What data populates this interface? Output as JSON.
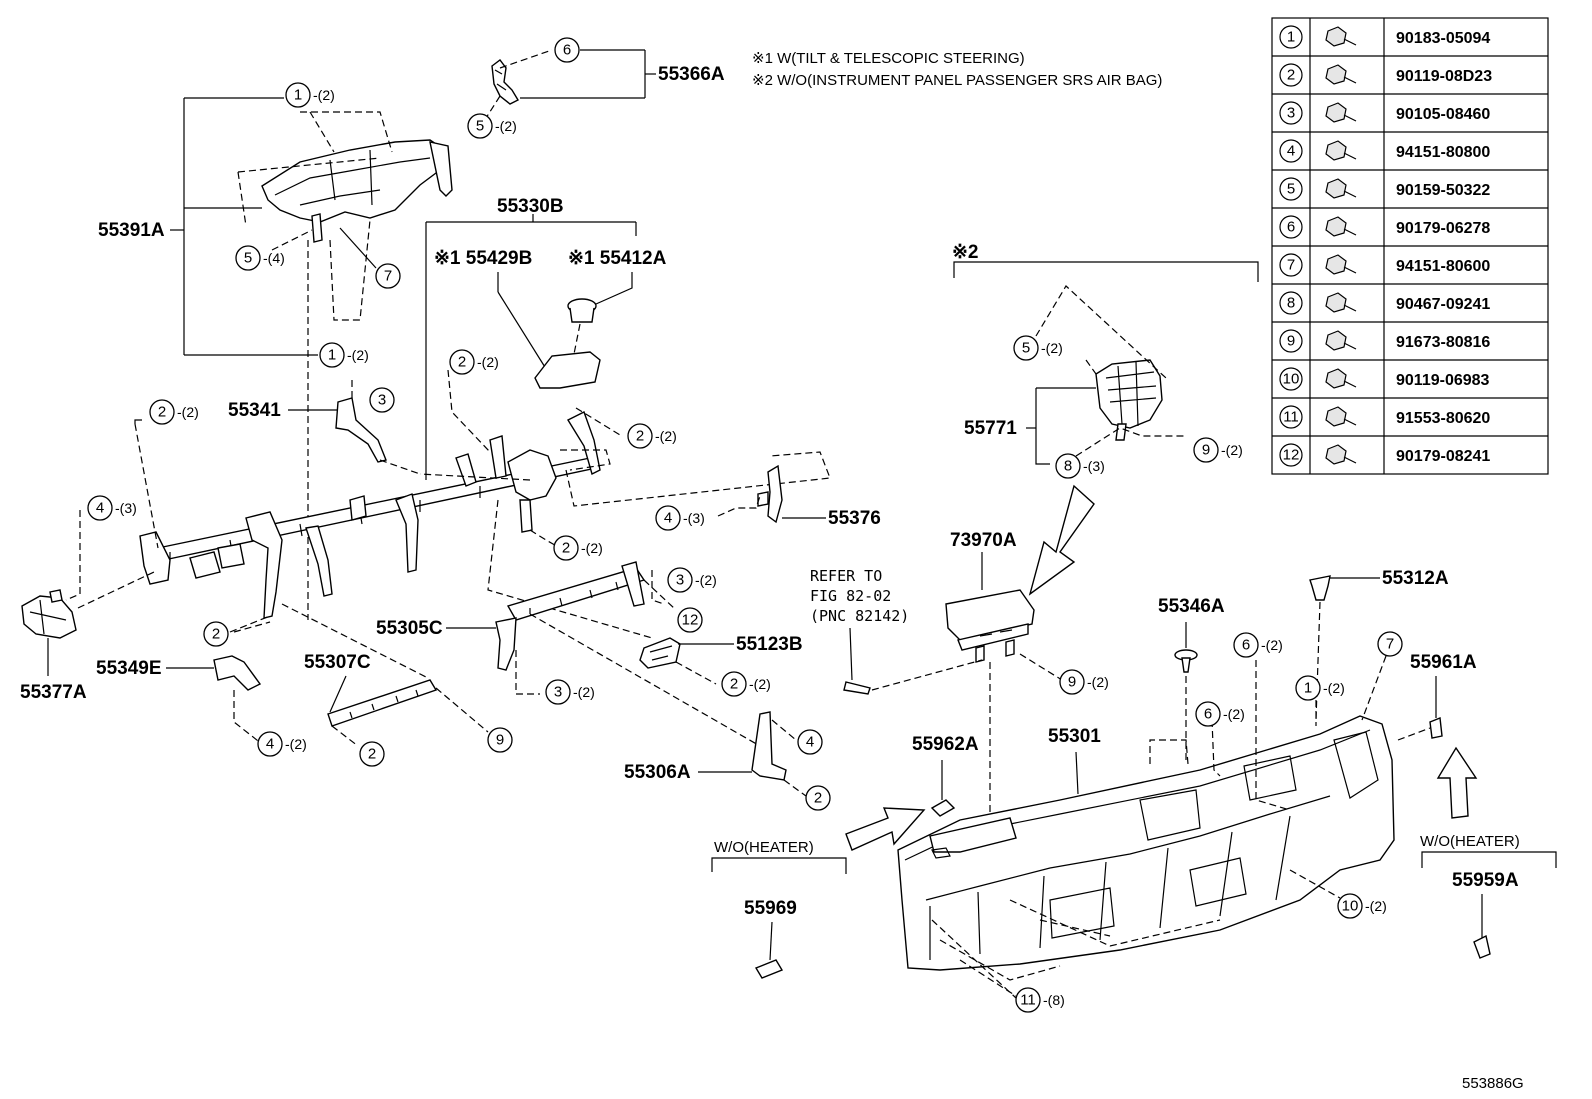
{
  "notes": [
    "※1 W(TILT & TELESCOPIC STEERING)",
    "※2 W/O(INSTRUMENT PANEL PASSENGER SRS AIR BAG)"
  ],
  "group_marker_2": "※2",
  "fastener_table": [
    {
      "no": "1",
      "part": "90183-05094"
    },
    {
      "no": "2",
      "part": "90119-08D23"
    },
    {
      "no": "3",
      "part": "90105-08460"
    },
    {
      "no": "4",
      "part": "94151-80800"
    },
    {
      "no": "5",
      "part": "90159-50322"
    },
    {
      "no": "6",
      "part": "90179-06278"
    },
    {
      "no": "7",
      "part": "94151-80600"
    },
    {
      "no": "8",
      "part": "90467-09241"
    },
    {
      "no": "9",
      "part": "91673-80816"
    },
    {
      "no": "10",
      "part": "90119-06983"
    },
    {
      "no": "11",
      "part": "91553-80620"
    },
    {
      "no": "12",
      "part": "90179-08241"
    }
  ],
  "part_labels": {
    "p55366A": "55366A",
    "p55391A": "55391A",
    "p55330B": "55330B",
    "p55429B": "※1 55429B",
    "p55412A": "※1 55412A",
    "p55341": "55341",
    "p55376": "55376",
    "p55377A": "55377A",
    "p55349E": "55349E",
    "p55307C": "55307C",
    "p55305C": "55305C",
    "p55123B": "55123B",
    "p55306A": "55306A",
    "p55771": "55771",
    "p73970A": "73970A",
    "p55346A": "55346A",
    "p55312A": "55312A",
    "p55961A": "55961A",
    "p55962A": "55962A",
    "p55301": "55301",
    "p55969": "55969",
    "p55959A": "55959A"
  },
  "refer": [
    "REFER TO",
    "FIG 82-02",
    "(PNC 82142)"
  ],
  "wo_heater_left": "W/O(HEATER)",
  "wo_heater_right": "W/O(HEATER)",
  "callouts": [
    {
      "id": "c6a",
      "no": "6",
      "qty": ""
    },
    {
      "id": "c5a",
      "no": "5",
      "qty": "-(2)"
    },
    {
      "id": "c1a",
      "no": "1",
      "qty": "-(2)"
    },
    {
      "id": "c5b",
      "no": "5",
      "qty": "-(4)"
    },
    {
      "id": "c7a",
      "no": "7",
      "qty": ""
    },
    {
      "id": "c1b",
      "no": "1",
      "qty": "-(2)"
    },
    {
      "id": "c2a",
      "no": "2",
      "qty": "-(2)"
    },
    {
      "id": "c3a",
      "no": "3",
      "qty": ""
    },
    {
      "id": "c2b",
      "no": "2",
      "qty": "-(2)"
    },
    {
      "id": "c2c",
      "no": "2",
      "qty": "-(2)"
    },
    {
      "id": "c4a",
      "no": "4",
      "qty": "-(3)"
    },
    {
      "id": "c4b",
      "no": "4",
      "qty": "-(3)"
    },
    {
      "id": "c2d",
      "no": "2",
      "qty": "-(2)"
    },
    {
      "id": "c2e",
      "no": "2",
      "qty": ""
    },
    {
      "id": "c3b",
      "no": "3",
      "qty": "-(2)"
    },
    {
      "id": "c12a",
      "no": "12",
      "qty": ""
    },
    {
      "id": "c2f",
      "no": "2",
      "qty": "-(2)"
    },
    {
      "id": "c3c",
      "no": "3",
      "qty": "-(2)"
    },
    {
      "id": "c4c",
      "no": "4",
      "qty": "-(2)"
    },
    {
      "id": "c2g",
      "no": "2",
      "qty": ""
    },
    {
      "id": "c9a",
      "no": "9",
      "qty": ""
    },
    {
      "id": "c4d",
      "no": "4",
      "qty": ""
    },
    {
      "id": "c2h",
      "no": "2",
      "qty": ""
    },
    {
      "id": "c5c",
      "no": "5",
      "qty": "-(2)"
    },
    {
      "id": "c8a",
      "no": "8",
      "qty": "-(3)"
    },
    {
      "id": "c9b",
      "no": "9",
      "qty": "-(2)"
    },
    {
      "id": "c9c",
      "no": "9",
      "qty": "-(2)"
    },
    {
      "id": "c6b",
      "no": "6",
      "qty": "-(2)"
    },
    {
      "id": "c6c",
      "no": "6",
      "qty": "-(2)"
    },
    {
      "id": "c1c",
      "no": "1",
      "qty": "-(2)"
    },
    {
      "id": "c7b",
      "no": "7",
      "qty": ""
    },
    {
      "id": "c10a",
      "no": "10",
      "qty": "-(2)"
    },
    {
      "id": "c11a",
      "no": "11",
      "qty": "-(8)"
    }
  ],
  "diagram_id": "553886G"
}
